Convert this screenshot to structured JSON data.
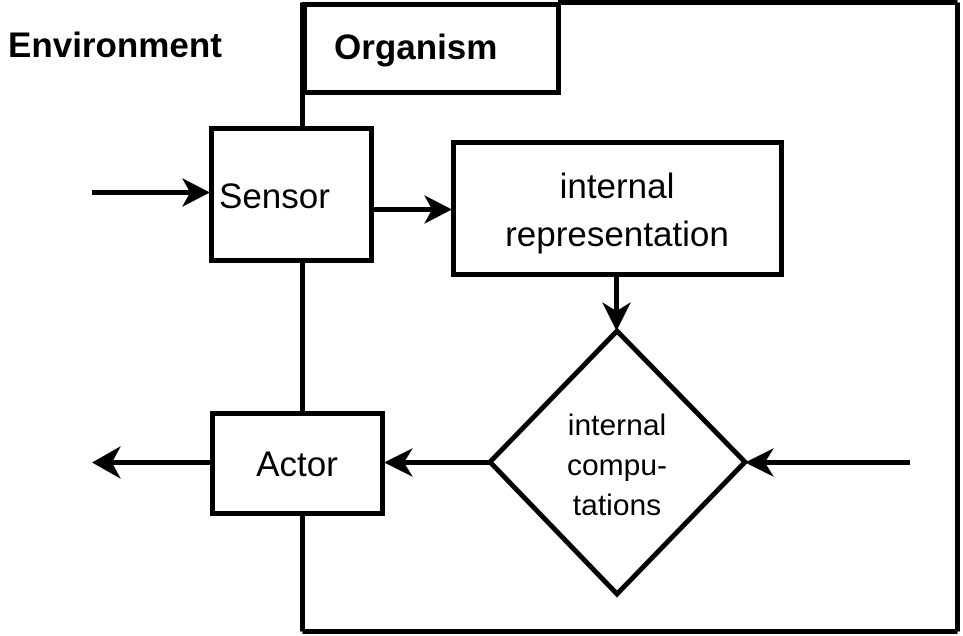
{
  "diagram": {
    "title_environment": "Environment",
    "title_organism": "Organism",
    "nodes": {
      "sensor": "Sensor",
      "actor": "Actor",
      "internal_representation_line1": "internal",
      "internal_representation_line2": "representation",
      "internal_computations_line1": "internal",
      "internal_computations_line2": "compu-",
      "internal_computations_line3": "tations"
    },
    "colors": {
      "stroke": "#000000",
      "background": "#ffffff",
      "text": "#000000"
    }
  }
}
